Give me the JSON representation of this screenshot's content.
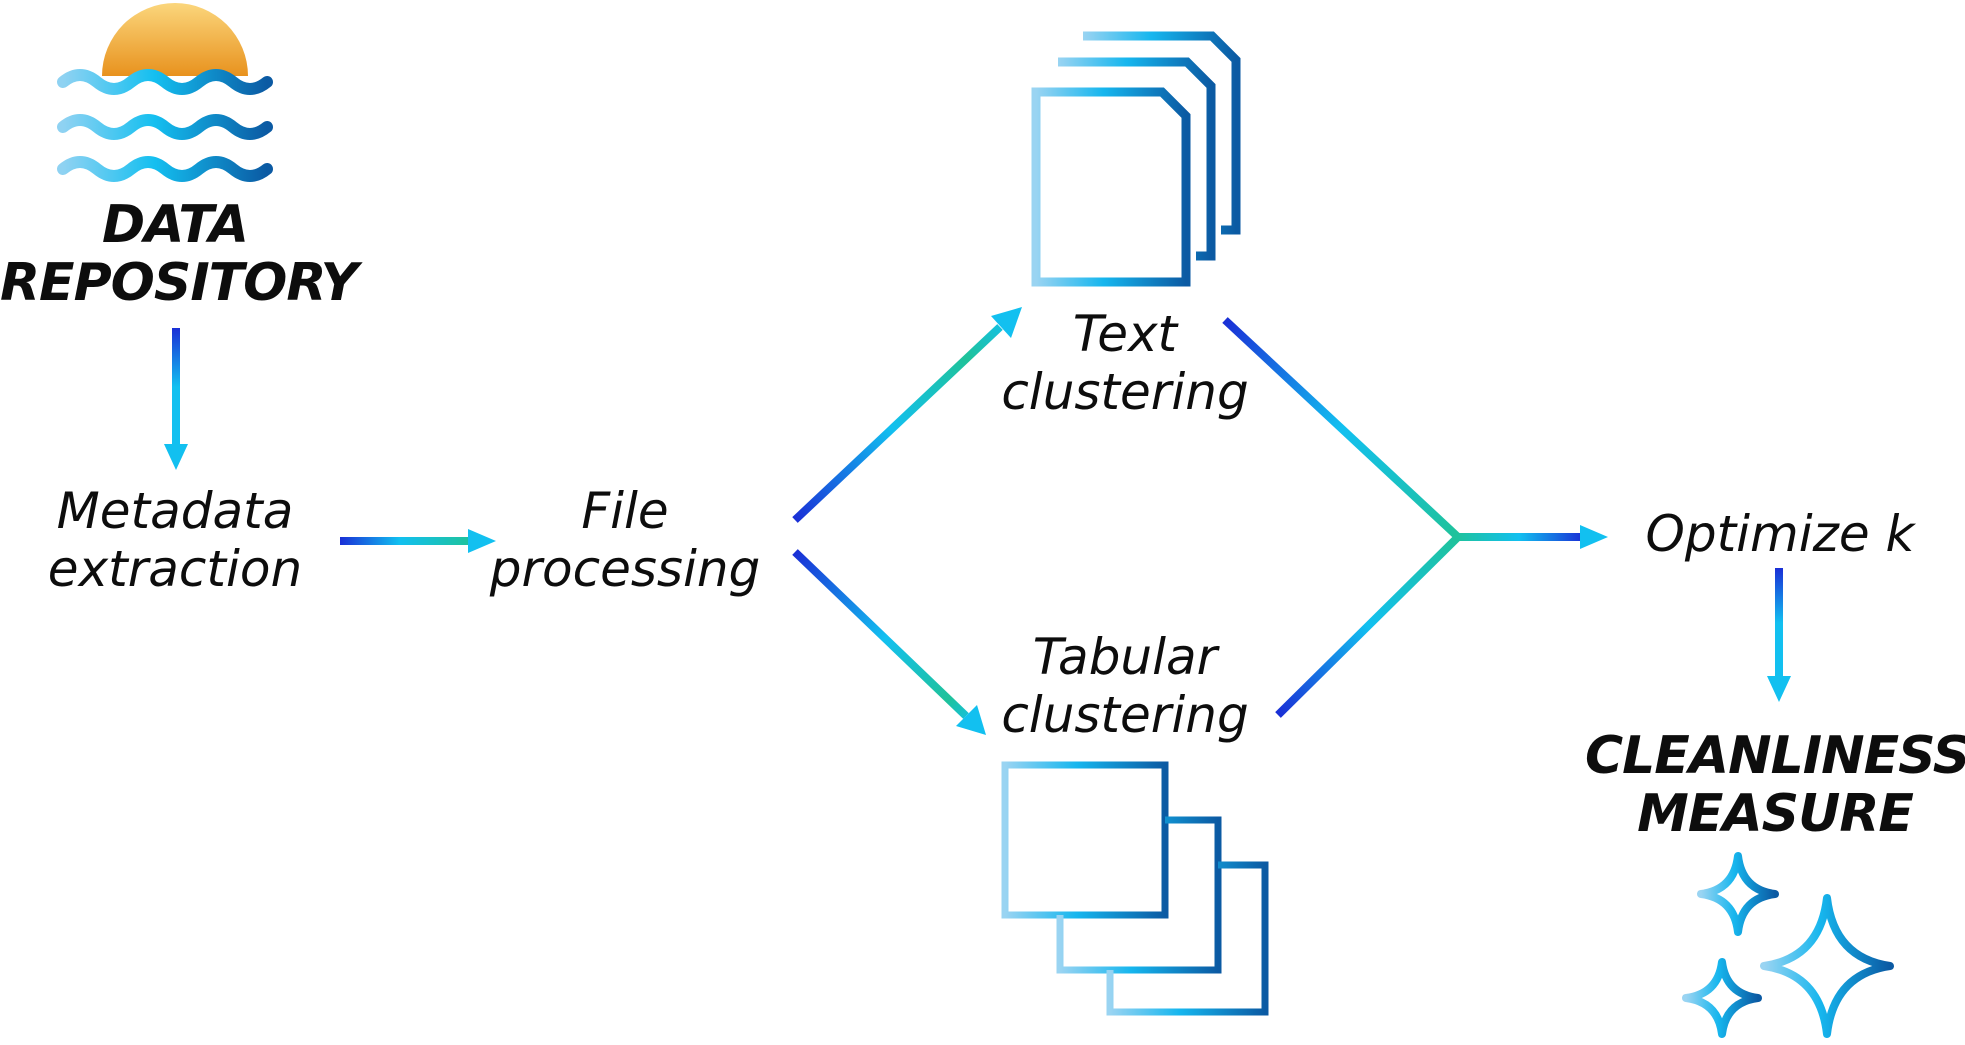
{
  "nodes": {
    "data_repository": {
      "line1": "DATA",
      "line2": "REPOSITORY"
    },
    "metadata_extraction": {
      "line1": "Metadata",
      "line2": "extraction"
    },
    "file_processing": {
      "line1": "File",
      "line2": "processing"
    },
    "text_clustering": {
      "line1": "Text",
      "line2": "clustering"
    },
    "tabular_clustering": {
      "line1": "Tabular",
      "line2": "clustering"
    },
    "optimize_k": {
      "line1": "Optimize k"
    },
    "cleanliness_measure": {
      "line1": "CLEANLINESS",
      "line2": "MEASURE"
    }
  },
  "icons": {
    "data_repository": "lake-sunset-icon",
    "text_clustering": "documents-stack-icon",
    "tabular_clustering": "spreadsheets-stack-icon",
    "cleanliness_measure": "sparkles-icon"
  },
  "colors": {
    "arrow_dark": "#1a2fd6",
    "arrow_light": "#12c0f0",
    "arrow_green": "#1fc29a",
    "icon_light": "#8fd0f0",
    "icon_dark": "#0a5fa8",
    "sun": "#f0a030"
  }
}
